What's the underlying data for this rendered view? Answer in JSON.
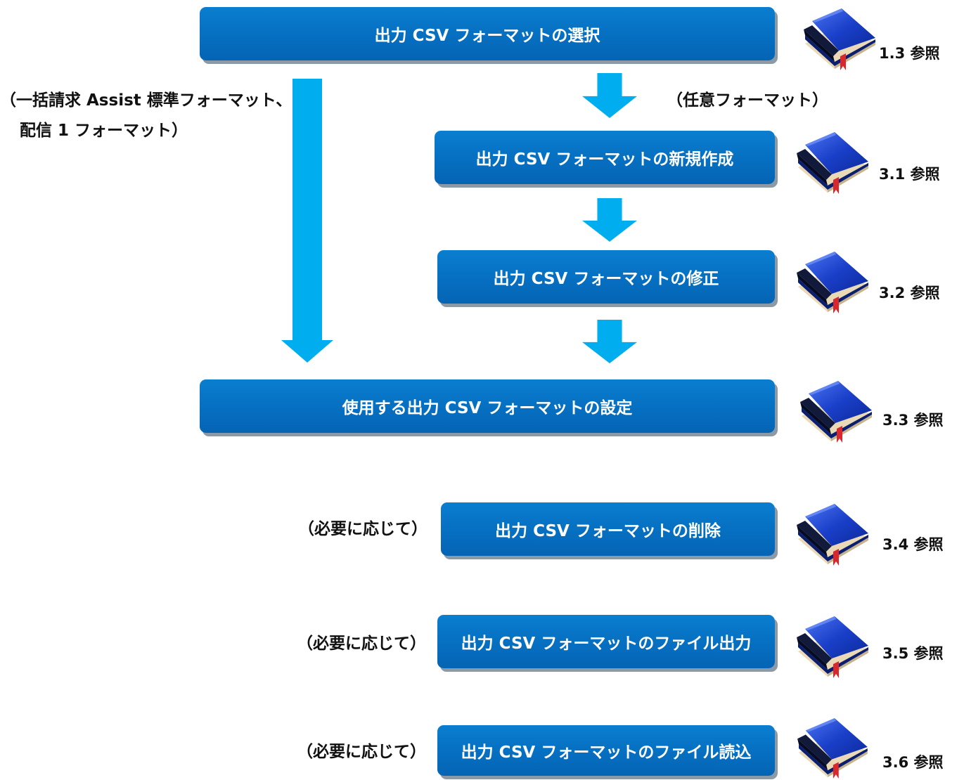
{
  "boxes": {
    "select": "出力 CSV フォーマットの選択",
    "create": "出力 CSV フォーマットの新規作成",
    "modify": "出力 CSV フォーマットの修正",
    "setting": "使用する出力 CSV フォーマットの設定",
    "delete": "出力 CSV フォーマットの削除",
    "file_output": "出力 CSV フォーマットのファイル出力",
    "file_read": "出力 CSV フォーマットのファイル読込"
  },
  "labels": {
    "left_branch_line1": "（一括請求 Assist 標準フォーマット、",
    "left_branch_line2": "配信 1 フォーマット）",
    "right_branch": "（任意フォーマット）",
    "as_needed": "（必要に応じて）"
  },
  "refs": {
    "select": "1.3 参照",
    "create": "3.1 参照",
    "modify": "3.2 参照",
    "setting": "3.3 参照",
    "delete": "3.4 参照",
    "file_output": "3.5 参照",
    "file_read": "3.6 参照"
  },
  "icons": {
    "reference": "book-icon",
    "flow": "down-arrow-icon"
  },
  "colors": {
    "box": "#0670c2",
    "box_shadow": "#8c9aa6",
    "arrow": "#00aeef",
    "book_cover": "#1a3fc9",
    "book_ribbon": "#d8282e",
    "text": "#111111"
  }
}
